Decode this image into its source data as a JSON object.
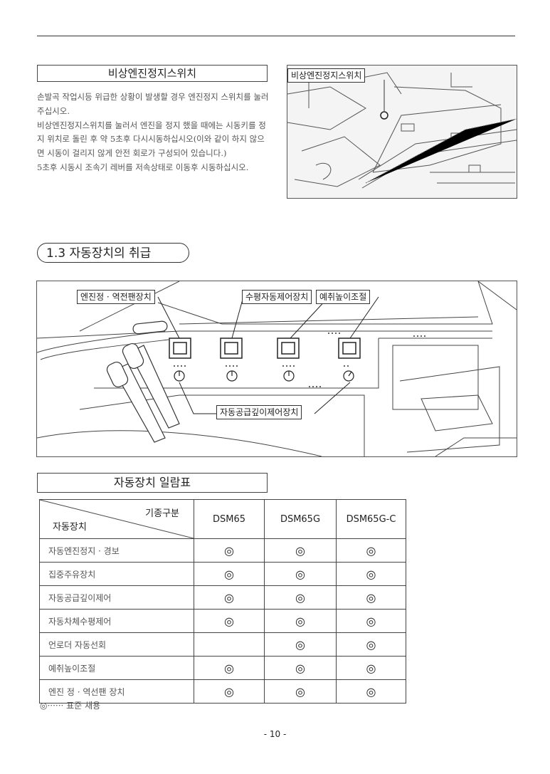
{
  "emergency": {
    "title": "비상엔진정지스위치",
    "paragraphs": [
      "손발곡 작업시등 위급한 상황이 발생할 경우 엔진정지 스위치를 눌러 주십시오.",
      "비상엔진정지스위치를 눌러서 엔진을 정지 했을 때에는 시동키를 정지 위치로 돌린 후 약 5초후 다시시동하십시오(이와 같이 하지 않으면 시동이 걸리지 않게 안전 회로가 구성되어 있습니다.)",
      "5초후 시동시 조속기 레버를 저속상태로 이동후 시동하십시오."
    ],
    "photo_label": "비상엔진정지스위치"
  },
  "section": {
    "title": "1.3 자동장치의 취급"
  },
  "panel_labels": {
    "fan": "엔진정 · 역전팬장치",
    "level": "수평자동제어장치",
    "height": "예취높이조절",
    "feed": "자동공급깊이제어장치"
  },
  "chart_title": "자동장치 일람표",
  "table": {
    "corner_top": "기종구분",
    "corner_bottom": "자동장치",
    "models": [
      "DSM65",
      "DSM65G",
      "DSM65G-C"
    ],
    "rows": [
      {
        "label": "자동엔진정지 · 경보",
        "marks": [
          "◎",
          "◎",
          "◎"
        ]
      },
      {
        "label": "집중주유장치",
        "marks": [
          "◎",
          "◎",
          "◎"
        ]
      },
      {
        "label": "자동공급깊이제어",
        "marks": [
          "◎",
          "◎",
          "◎"
        ]
      },
      {
        "label": "자동차체수평제어",
        "marks": [
          "◎",
          "◎",
          "◎"
        ]
      },
      {
        "label": "언로더 자동선회",
        "marks": [
          "",
          "◎",
          "◎"
        ]
      },
      {
        "label": "예취높이조절",
        "marks": [
          "◎",
          "◎",
          "◎"
        ]
      },
      {
        "label": "엔진 정 · 역선팬 장치",
        "marks": [
          "◎",
          "◎",
          "◎"
        ]
      }
    ]
  },
  "legend": "◎······ 표준 채용",
  "page_number": "- 10 -"
}
